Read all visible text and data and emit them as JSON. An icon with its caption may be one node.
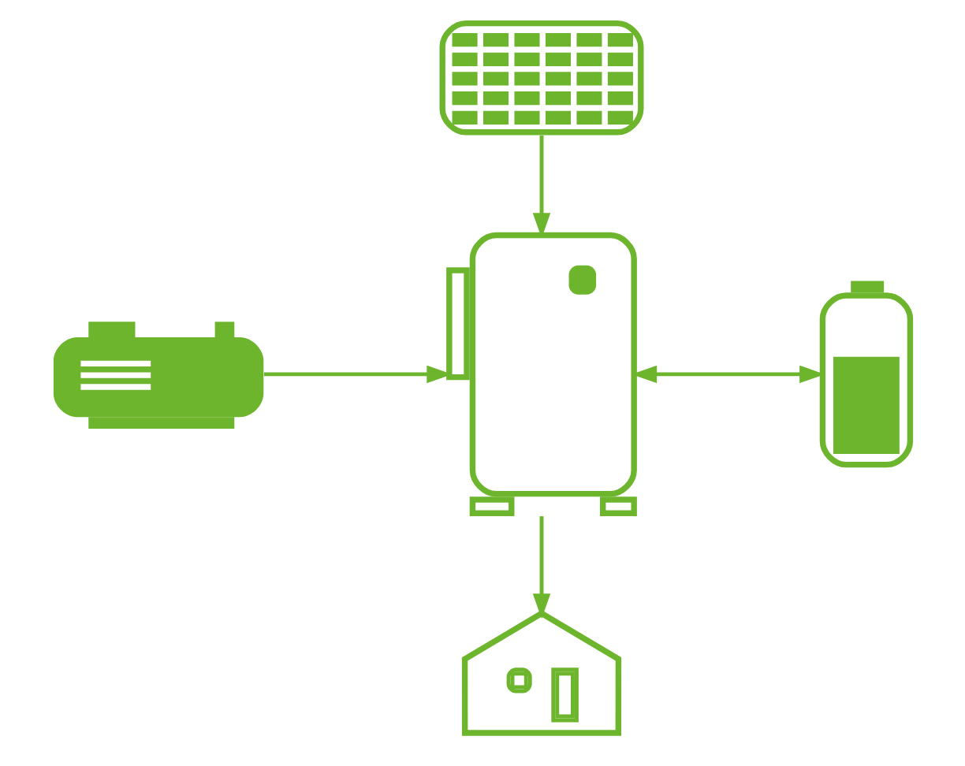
{
  "diagram": {
    "nodes": [
      {
        "text": [],
        "shape": "picture"
      },
      {
        "text": [],
        "shape": "picture"
      },
      {
        "text": [],
        "shape": "picture"
      },
      {
        "text": [],
        "shape": "picture"
      },
      {
        "text": [],
        "shape": "picture"
      }
    ],
    "edges": [
      {
        "from": 0,
        "to": 1,
        "arrow": "to"
      },
      {
        "from": 2,
        "to": 1,
        "arrow": "to"
      },
      {
        "from": 1,
        "to": 3,
        "arrow": "both"
      },
      {
        "from": 1,
        "to": 4,
        "arrow": "to"
      }
    ]
  }
}
